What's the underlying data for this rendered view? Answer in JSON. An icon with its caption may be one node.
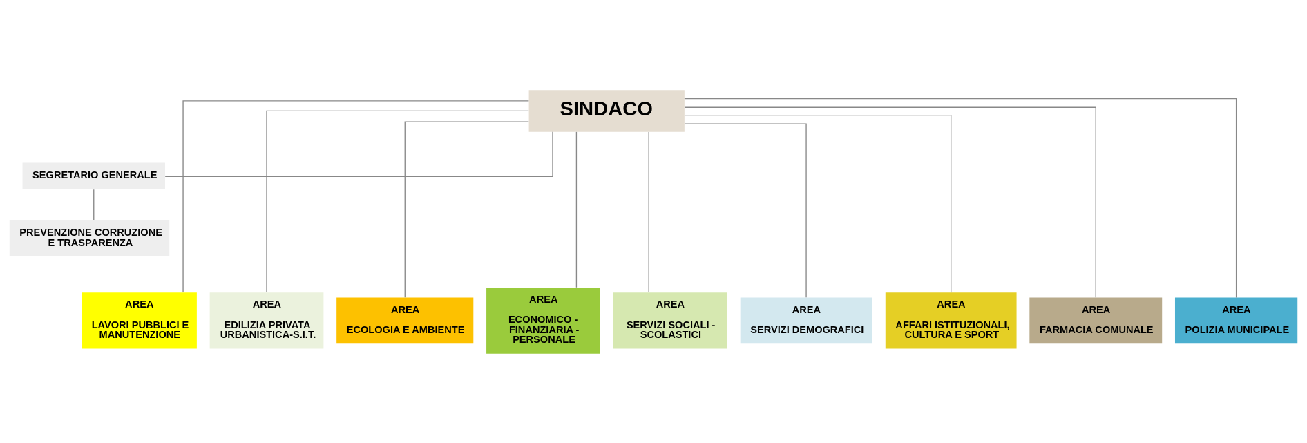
{
  "diagram": {
    "nodes": [
      {
        "text": [
          "SINDACO"
        ]
      },
      {
        "text": [
          "SEGRETARIO GENERALE"
        ]
      },
      {
        "text": [
          "PREVENZIONE CORRUZIONE E TRASPARENZA"
        ]
      },
      {
        "text": [
          "AREA",
          "LAVORI PUBBLICI E MANUTENZIONE"
        ]
      },
      {
        "text": [
          "AREA",
          "EDILIZIA PRIVATA URBANISTICA-S.I.T."
        ]
      },
      {
        "text": [
          "AREA",
          "ECOLOGIA E AMBIENTE"
        ]
      },
      {
        "text": [
          "AREA",
          "ECONOMICO - FINANZIARIA - PERSONALE"
        ]
      },
      {
        "text": [
          "AREA",
          "SERVIZI SOCIALI - SCOLASTICI"
        ]
      },
      {
        "text": [
          "AREA",
          "SERVIZI DEMOGRAFICI"
        ]
      },
      {
        "text": [
          "AREA",
          "AFFARI ISTITUZIONALI, CULTURA E SPORT"
        ]
      },
      {
        "text": [
          "AREA",
          "FARMACIA COMUNALE"
        ]
      },
      {
        "text": [
          "AREA",
          "POLIZIA MUNICIPALE"
        ]
      }
    ],
    "edges": [
      {
        "from": 0,
        "to": 1,
        "arrow": "none"
      },
      {
        "from": 1,
        "to": 2,
        "arrow": "none"
      },
      {
        "from": 0,
        "to": 3,
        "arrow": "none"
      },
      {
        "from": 0,
        "to": 4,
        "arrow": "none"
      },
      {
        "from": 0,
        "to": 5,
        "arrow": "none"
      },
      {
        "from": 0,
        "to": 6,
        "arrow": "none"
      },
      {
        "from": 0,
        "to": 7,
        "arrow": "none"
      },
      {
        "from": 0,
        "to": 8,
        "arrow": "none"
      },
      {
        "from": 0,
        "to": 9,
        "arrow": "none"
      },
      {
        "from": 0,
        "to": 10,
        "arrow": "none"
      },
      {
        "from": 0,
        "to": 11,
        "arrow": "none"
      }
    ]
  }
}
